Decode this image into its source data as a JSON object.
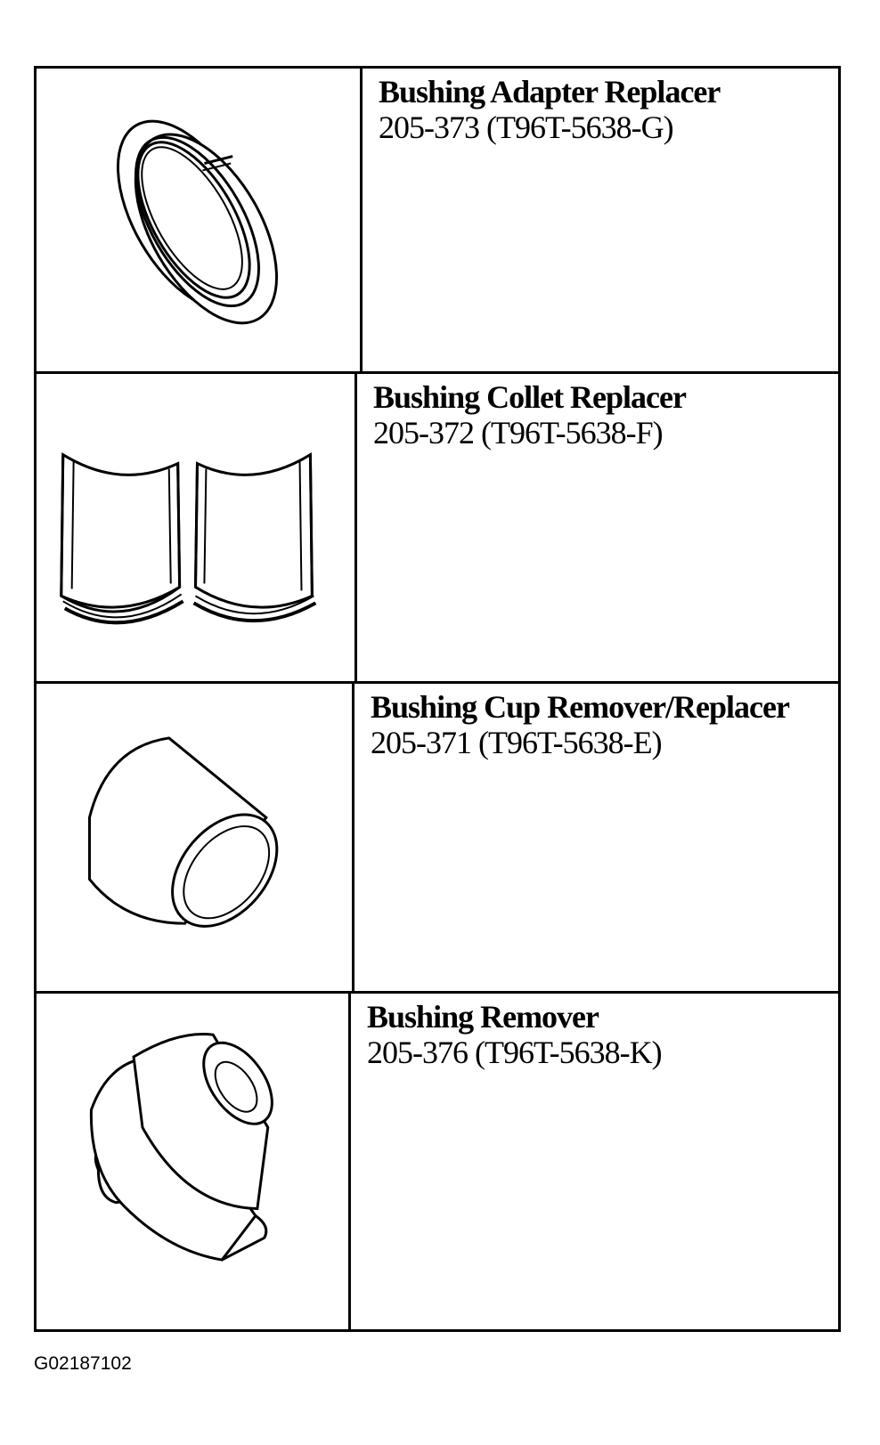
{
  "tools": [
    {
      "name": "Bushing Adapter Replacer",
      "number": "205-373 (T96T-5638-G)",
      "illustration": "bushing-adapter-ring-icon"
    },
    {
      "name": "Bushing Collet Replacer",
      "number": "205-372 (T96T-5638-F)",
      "illustration": "bushing-collet-halves-icon"
    },
    {
      "name": "Bushing Cup Remover/Replacer",
      "number": "205-371 (T96T-5638-E)",
      "illustration": "bushing-cup-cylinder-icon"
    },
    {
      "name": "Bushing Remover",
      "number": "205-376 (T96T-5638-K)",
      "illustration": "bushing-remover-cone-icon"
    }
  ],
  "figure_id": "G02187102"
}
